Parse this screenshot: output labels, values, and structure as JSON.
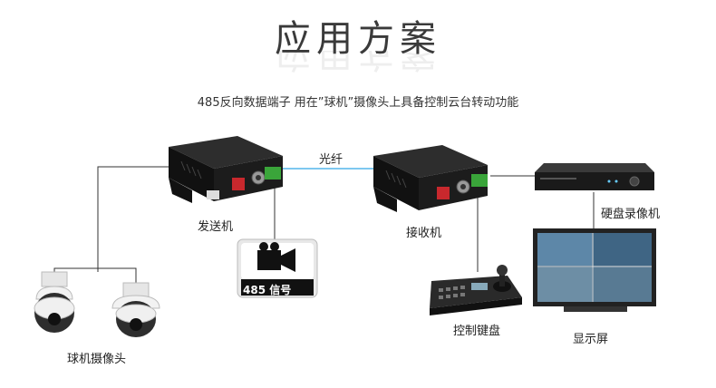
{
  "title": "应用方案",
  "subtitle": "485反向数据端子 用在”球机”摄像头上具备控制云台转动功能",
  "nodes": {
    "transmitter": "发送机",
    "receiver": "接收机",
    "fiber": "光纤",
    "dvr": "硬盘录像机",
    "keyboard": "控制键盘",
    "monitor": "显示屏",
    "camera": "球机摄像头",
    "signal_badge": "485 信号"
  },
  "colors": {
    "fiber_link": "#7ec8f0",
    "wire": "#333333",
    "device_body": "#1a1a1a",
    "terminal_green": "#3aa53a",
    "port_red": "#c8282d"
  }
}
